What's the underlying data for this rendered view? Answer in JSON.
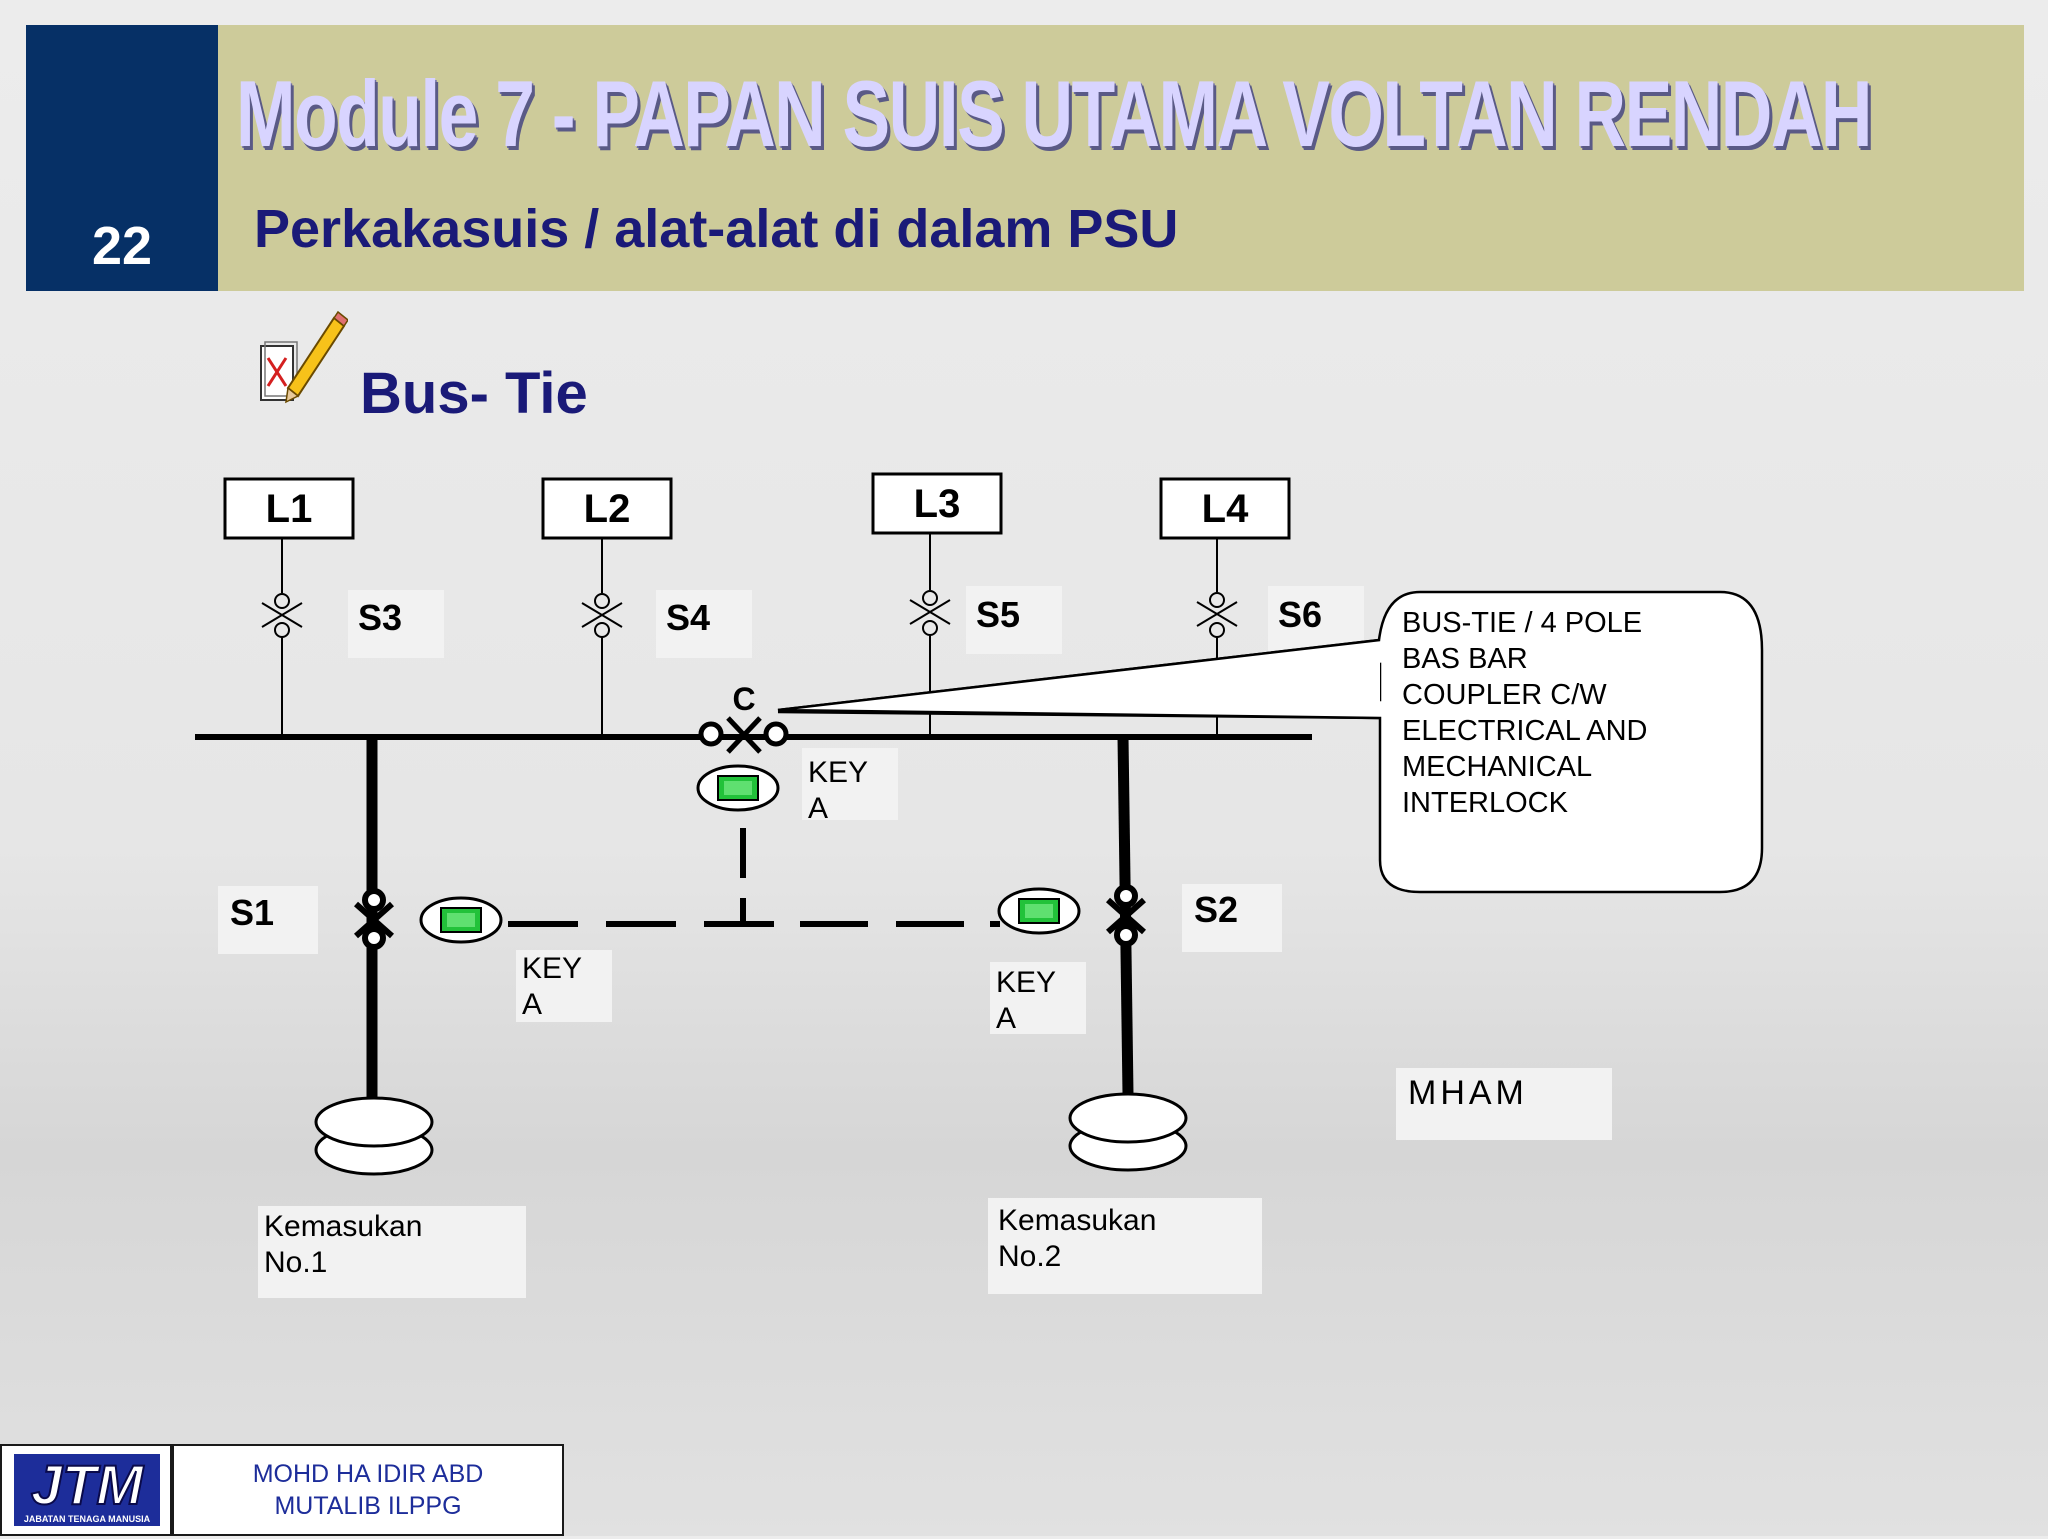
{
  "slide": {
    "number": "22",
    "title": "Module 7 - PAPAN SUIS UTAMA VOLTAN RENDAH",
    "subtitle": "Perkakasuis / alat-alat  di dalam PSU"
  },
  "section": {
    "title": "Bus- Tie",
    "icon": "checklist-pencil-icon"
  },
  "diagram": {
    "loads": [
      "L1",
      "L2",
      "L3",
      "L4"
    ],
    "outgoing_switches": [
      "S3",
      "S4",
      "S5",
      "S6"
    ],
    "coupler_label": "C",
    "incomer_switches": [
      "S1",
      "S2"
    ],
    "key_labels": [
      {
        "line1": "KEY",
        "line2": "A"
      },
      {
        "line1": "KEY",
        "line2": "A"
      },
      {
        "line1": "KEY",
        "line2": "A"
      }
    ],
    "callout_lines": [
      "BUS-TIE / 4 POLE",
      "BAS BAR",
      "COUPLER C/W",
      "ELECTRICAL AND",
      "MECHANICAL",
      "INTERLOCK"
    ],
    "incomers": [
      {
        "line1": "Kemasukan",
        "line2": "No.1"
      },
      {
        "line1": "Kemasukan",
        "line2": "No.2"
      }
    ],
    "author_tag": "MHAM",
    "colors": {
      "key_green": "#22c23a",
      "bus_line": "#000000"
    }
  },
  "footer": {
    "logo_text": "JTM",
    "logo_subtext": "JABATAN TENAGA MANUSIA",
    "credit_line1": "MOHD HA IDIR ABD",
    "credit_line2": "MUTALIB ILPPG"
  }
}
